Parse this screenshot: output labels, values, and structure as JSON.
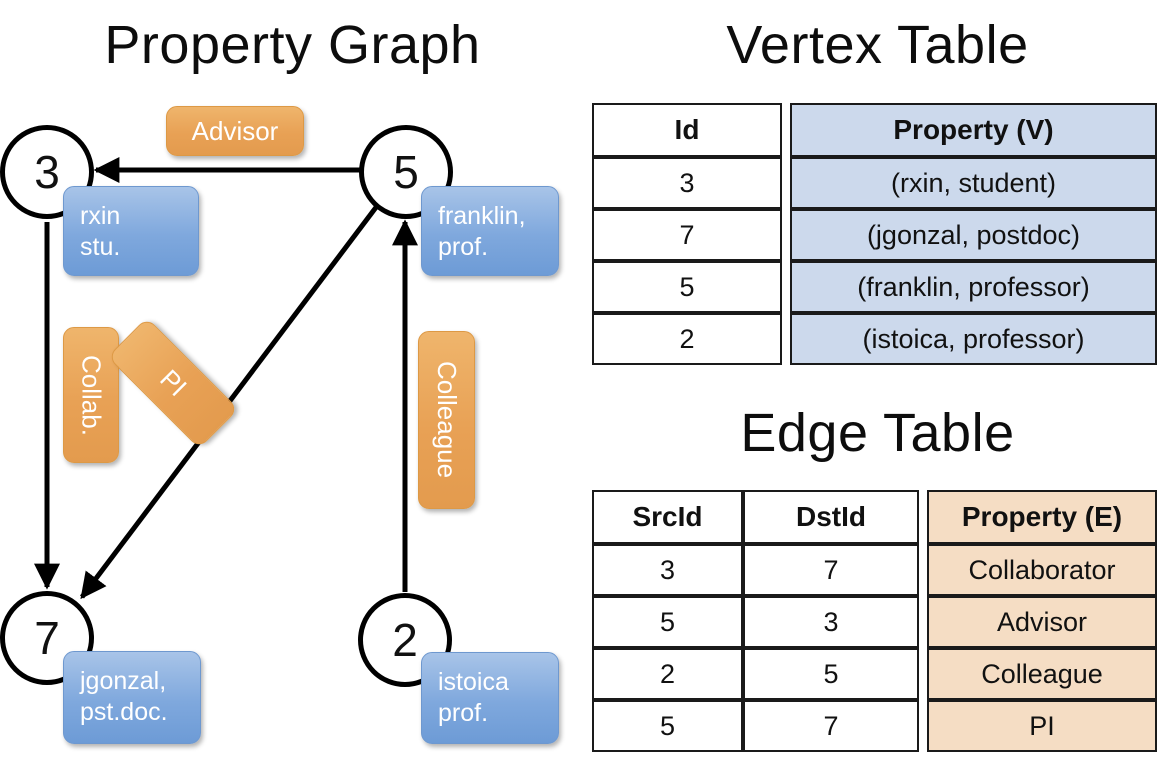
{
  "titles": {
    "property_graph": "Property Graph",
    "vertex_table": "Vertex Table",
    "edge_table": "Edge Table"
  },
  "colors": {
    "vertex_property_fill": "#ccd9ec",
    "edge_property_fill": "#f5ddc4",
    "node_property_box": "#7fa8dd",
    "edge_label_box": "#e8a155",
    "stroke": "#000000",
    "background": "#ffffff"
  },
  "graph": {
    "nodes": [
      {
        "id": "3",
        "property_lines": [
          "rxin",
          "stu."
        ]
      },
      {
        "id": "5",
        "property_lines": [
          "franklin,",
          "prof."
        ]
      },
      {
        "id": "7",
        "property_lines": [
          "jgonzal,",
          "pst.doc."
        ]
      },
      {
        "id": "2",
        "property_lines": [
          "istoica",
          "prof."
        ]
      }
    ],
    "edge_labels": [
      {
        "name": "advisor",
        "text": "Advisor",
        "orientation": "horizontal"
      },
      {
        "name": "collab",
        "text": "Collab.",
        "orientation": "vertical"
      },
      {
        "name": "pi",
        "text": "PI",
        "orientation": "rotated"
      },
      {
        "name": "colleague",
        "text": "Colleague",
        "orientation": "vertical"
      }
    ],
    "edges": [
      {
        "from": "5",
        "to": "3",
        "label": "Advisor"
      },
      {
        "from": "3",
        "to": "7",
        "label": "Collab."
      },
      {
        "from": "5",
        "to": "7",
        "label": "PI"
      },
      {
        "from": "2",
        "to": "5",
        "label": "Colleague"
      }
    ]
  },
  "vertex_table": {
    "headers": [
      "Id",
      "Property (V)"
    ],
    "rows": [
      {
        "id": "3",
        "property": "(rxin, student)"
      },
      {
        "id": "7",
        "property": "(jgonzal, postdoc)"
      },
      {
        "id": "5",
        "property": "(franklin, professor)"
      },
      {
        "id": "2",
        "property": "(istoica, professor)"
      }
    ]
  },
  "edge_table": {
    "headers": [
      "SrcId",
      "DstId",
      "Property (E)"
    ],
    "rows": [
      {
        "src": "3",
        "dst": "7",
        "property": "Collaborator"
      },
      {
        "src": "5",
        "dst": "3",
        "property": "Advisor"
      },
      {
        "src": "2",
        "dst": "5",
        "property": "Colleague"
      },
      {
        "src": "5",
        "dst": "7",
        "property": "PI"
      }
    ]
  }
}
